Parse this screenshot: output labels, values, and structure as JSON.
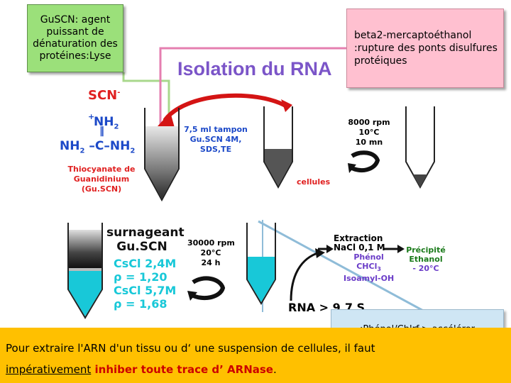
{
  "title": "Isolation du RNA",
  "callouts": {
    "guscn": "GuSCN: agent puissant de dénaturation des protéines:Lyse",
    "beta": "beta2-mercaptoéthanol :rupture des ponts disulfures protéiques",
    "phenol": ":Phénol/Chlrf.> accélérer"
  },
  "chem": {
    "scn": "SCN",
    "scn_charge": "-",
    "plus": "+",
    "nh2_top": "NH",
    "sub2": "2",
    "c": "C",
    "dash": "–",
    "nh2_left": "NH",
    "nh2_right": "NH",
    "name1": "Thiocyanate de",
    "name2": "Guanidinium",
    "name3": "(Gu.SCN)"
  },
  "step1": {
    "buffer1": "7,5 ml tampon",
    "buffer2": "Gu.SCN  4M,",
    "buffer3": "SDS,TE",
    "cells": "cellules",
    "rpm": "8000 rpm",
    "temp": "10°C",
    "time": "10 mn"
  },
  "step2": {
    "sur1": "surnageant",
    "sur2": "Gu.SCN",
    "cscl1": "CsCl 2,4M",
    "rho1": "ρ = 1,20",
    "cscl2": "CsCl 5,7M",
    "rho2": "ρ = 1,68",
    "rpm": "30000 rpm",
    "temp": "20°C",
    "time": "24 h"
  },
  "step3": {
    "extraction": "Extraction",
    "nacl": "NaCl 0,1 M",
    "phenol": "Phénol",
    "chcl": "CHCl",
    "chcl_sub": "3",
    "isoamyl": "Isoamyl-OH",
    "precip": "Précipité",
    "ethanol": "Ethanol",
    "temp": "- 20°C",
    "rna": "RNA > 9,7 S"
  },
  "bottom": {
    "part1": "Pour extraire   l'ARN   d'un   tissu ou d‘  une  suspension  de cellules, il faut",
    "part2": "impérativement",
    "part3": " inhiber toute   trace    d’ ARNase",
    "part4": "."
  },
  "colors": {
    "green_box": "#9be07a",
    "pink_box": "#ffc0d0",
    "blue_box": "#cfe6f4",
    "bottom_panel": "#ffc000",
    "title_purple": "#7b55c8"
  }
}
